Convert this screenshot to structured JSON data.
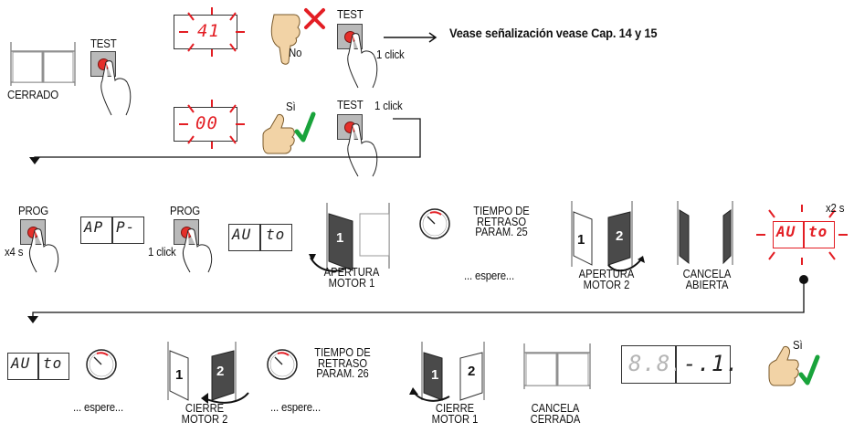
{
  "labels": {
    "cerrado": "CERRADO",
    "test": "TEST",
    "no": "No",
    "si": "Sì",
    "one_click": "1 click",
    "note": "Vease señalización vease Cap. 14 y 15",
    "prog": "PROG",
    "x4s": "x4 s",
    "x2s": "x2 s",
    "apertura_motor1": [
      "APERTURA",
      "MOTOR 1"
    ],
    "tiempo25": [
      "TIEMPO DE",
      "RETRASO",
      "PARAM. 25"
    ],
    "espere": "... espere...",
    "apertura_motor2": [
      "APERTURA",
      "MOTOR 2"
    ],
    "cancela_abierta": [
      "CANCELA",
      "ABIERTA"
    ],
    "cierre_motor2": [
      "CIERRE",
      "MOTOR 2"
    ],
    "tiempo26": [
      "TIEMPO DE",
      "RETRASO",
      "PARAM. 26"
    ],
    "cierre_motor1": [
      "CIERRE",
      "MOTOR 1"
    ],
    "cancela_cerrada": [
      "CANCELA",
      "CERRADA"
    ]
  },
  "displays": {
    "error": "41",
    "ok": "00",
    "ap": "AP",
    "p_dash": "P-",
    "au": "AU",
    "to": "to",
    "eight": "8.8.",
    "off": "-.1."
  },
  "leaves": {
    "one": "1",
    "two": "2"
  },
  "colors": {
    "red": "#e31e24",
    "green": "#19a33b",
    "button": "#b9b9b9"
  }
}
